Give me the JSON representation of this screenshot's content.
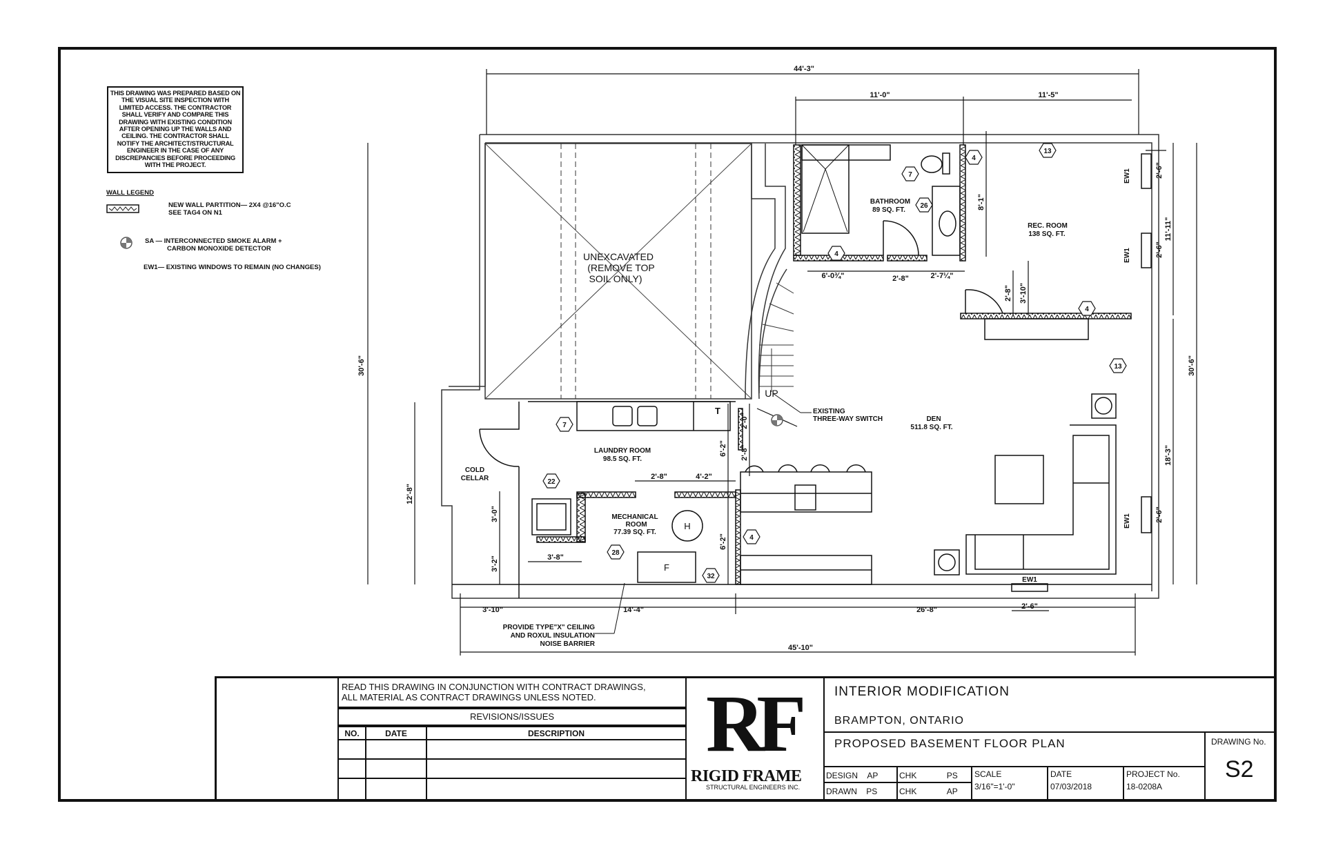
{
  "notes": {
    "general_note": "THIS DRAWING WAS PREPARED BASED ON THE VISUAL SITE INSPECTION WITH LIMITED ACCESS. THE CONTRACTOR SHALL VERIFY AND COMPARE THIS DRAWING WITH EXISTING CONDITION AFTER OPENING UP THE WALLS AND CEILING. THE CONTRACTOR SHALL NOTIFY THE ARCHITECT/STRUCTURAL ENGINEER IN THE CASE OF ANY DISCREPANCIES BEFORE PROCEEDING WITH THE PROJECT."
  },
  "legend": {
    "title": "WALL LEGEND",
    "items": [
      {
        "icon": "wall-partition-hatch-icon",
        "line1": "NEW WALL PARTITION— 2X4 @16\"O.C",
        "line2": "SEE TAG4 ON N1"
      },
      {
        "icon": "smoke-alarm-icon",
        "line1": "SA — INTERCONNECTED SMOKE ALARM +",
        "line2": "CARBON MONOXIDE DETECTOR"
      },
      {
        "icon": "",
        "line1": "EW1— EXISTING WINDOWS TO REMAIN (NO CHANGES)",
        "line2": ""
      }
    ]
  },
  "rooms": {
    "unexcavated": [
      "UNEXCAVATED",
      "(REMOVE TOP",
      "SOIL ONLY)"
    ],
    "bathroom": {
      "name": "BATHROOM",
      "area": "89 SQ. FT."
    },
    "rec_room": {
      "name": "REC. ROOM",
      "area": "138 SQ. FT."
    },
    "den": {
      "name": "DEN",
      "area": "511.8 SQ. FT."
    },
    "laundry": {
      "name": "LAUNDRY ROOM",
      "area": "98.5 SQ. FT."
    },
    "mechanical": {
      "name1": "MECHANICAL",
      "name2": "ROOM",
      "area": "77.39 SQ. FT."
    },
    "cold_cellar": [
      "COLD",
      "CELLAR"
    ]
  },
  "annotations": {
    "switch": [
      "EXISTING",
      "THREE-WAY SWITCH"
    ],
    "up": "UP",
    "ceiling_note": [
      "PROVIDE TYPE\"X\" CEILING",
      "AND ROXUL INSULATION",
      "NOISE BARRIER"
    ],
    "heater": "H",
    "furnace": "F",
    "window_tag": "EW1",
    "t_mark": "T"
  },
  "tags": [
    "7",
    "26",
    "4",
    "4",
    "13",
    "13",
    "4",
    "4",
    "7",
    "22",
    "28",
    "32"
  ],
  "dimensions": {
    "top_overall": "44'-3\"",
    "top_bath": "11'-0\"",
    "top_rec": "11'-5\"",
    "left_overall": "30'-6\"",
    "right_overall": "30'-6\"",
    "right_upper": "11'-11\"",
    "right_lower": "18'-3\"",
    "left_lower": "12'-8\"",
    "bath_8_1": "8'-1\"",
    "bath_w1": "6'-0¾\"",
    "bath_door": "2'-8\"",
    "bath_w2": "2'-7¼\"",
    "rec_door": "2'-8\"",
    "rec_3_10": "3'-10\"",
    "win1": "2'-6\"",
    "win2": "2'-6\"",
    "win3": "2'-6\"",
    "win_bottom": "2'-6\"",
    "stair_2_0": "2'-0\"",
    "stair_2_8": "2'-8\"",
    "laundry_6_2": "6'-2\"",
    "mech_6_2": "6'-2\"",
    "laundry_door": "2'-8\"",
    "laundry_wall": "4'-2\"",
    "mech_3_0": "3'-0\"",
    "mech_3_2": "3'-2\"",
    "mech_3_8": "3'-8\"",
    "bottom_3_10": "3'-10\"",
    "bottom_14_4": "14'-4\"",
    "bottom_26_8": "26'-8\"",
    "bottom_overall": "45'-10\""
  },
  "title_block": {
    "general_note": [
      "READ THIS DRAWING IN CONJUNCTION WITH CONTRACT DRAWINGS,",
      "ALL MATERIAL AS CONTRACT DRAWINGS UNLESS NOTED."
    ],
    "revisions_title": "REVISIONS/ISSUES",
    "revision_columns": [
      "NO.",
      "DATE",
      "DESCRIPTION"
    ],
    "revision_rows": [
      [
        "",
        "",
        ""
      ],
      [
        "",
        "",
        ""
      ],
      [
        "",
        "",
        ""
      ]
    ],
    "company": {
      "logo_letters": "RF",
      "name": "RIGID FRAME",
      "subtitle": "STRUCTURAL ENGINEERS INC."
    },
    "project_title": "INTERIOR MODIFICATION",
    "location": "BRAMPTON, ONTARIO",
    "drawing_title": "PROPOSED BASEMENT FLOOR PLAN",
    "design_label": "DESIGN",
    "design_value": "AP",
    "drawn_label": "DRAWN",
    "drawn_value": "PS",
    "chk1_label": "CHK",
    "chk1_value": "PS",
    "chk2_label": "CHK",
    "chk2_value": "AP",
    "scale_label": "SCALE",
    "scale_value": "3/16\"=1'-0\"",
    "date_label": "DATE",
    "date_value": "07/03/2018",
    "project_no_label": "PROJECT No.",
    "project_no_value": "18-0208A",
    "drawing_no_label": "DRAWING No.",
    "drawing_no_value": "S2"
  }
}
